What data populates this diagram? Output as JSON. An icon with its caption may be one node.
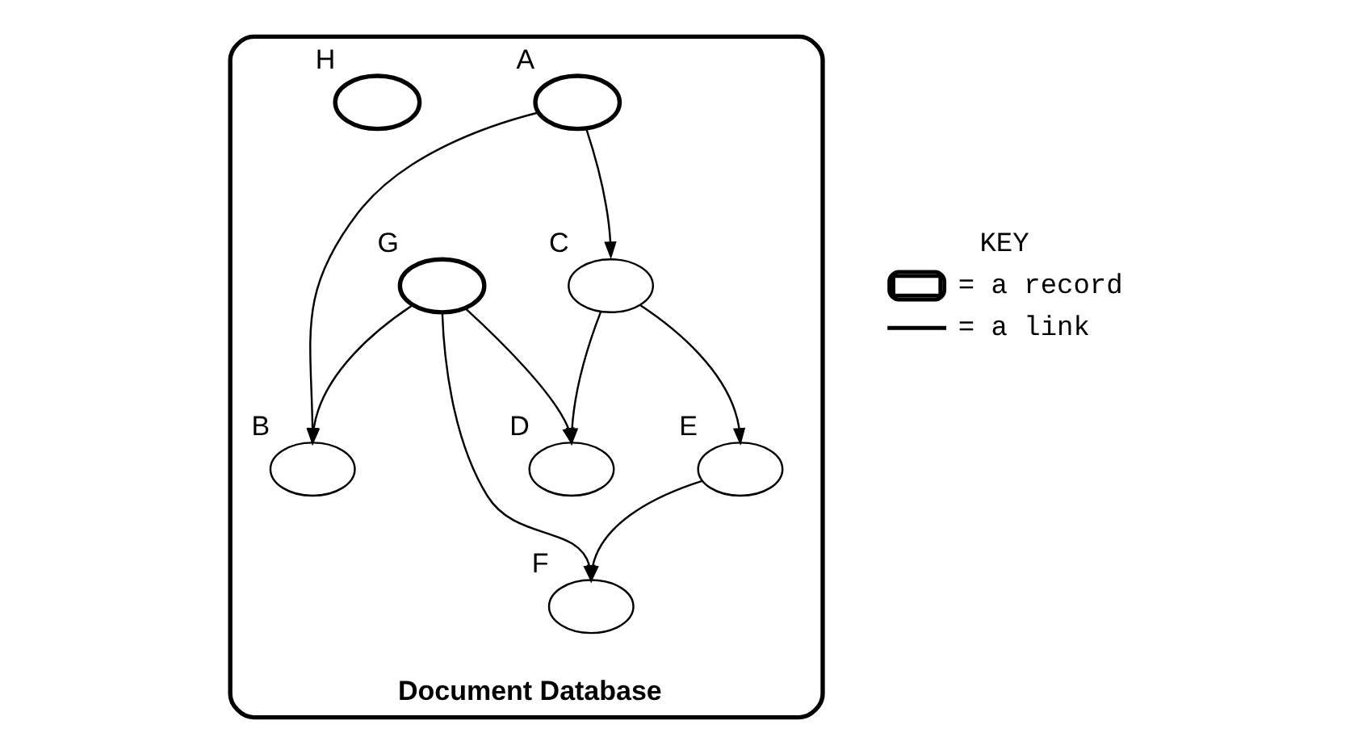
{
  "diagram": {
    "caption": "Document Database",
    "nodes": [
      {
        "text": [],
        "shape": "cloud"
      },
      {
        "text": [],
        "shape": "ellipse",
        "in": 0,
        "beside": [
          "A"
        ]
      },
      {
        "text": [],
        "shape": "ellipse",
        "in": 0,
        "beside": [
          "H"
        ]
      },
      {
        "text": [],
        "shape": "ellipse",
        "in": 0,
        "beside": [
          "B"
        ]
      },
      {
        "text": [],
        "shape": "ellipse",
        "in": 0,
        "beside": [
          "C"
        ]
      },
      {
        "text": [],
        "shape": "ellipse",
        "in": 0,
        "beside": [
          "D"
        ]
      },
      {
        "text": [],
        "shape": "ellipse",
        "in": 0,
        "beside": [
          "E"
        ]
      },
      {
        "text": [],
        "shape": "ellipse",
        "in": 0,
        "beside": [
          "G"
        ]
      },
      {
        "text": [],
        "shape": "ellipse",
        "in": 0,
        "beside": [
          "F"
        ]
      }
    ],
    "edges": [
      {
        "from": 1,
        "to": 3,
        "arrow": "to"
      },
      {
        "from": 1,
        "to": 4,
        "arrow": "to"
      },
      {
        "from": 4,
        "to": 5,
        "arrow": "to"
      },
      {
        "from": 4,
        "to": 6,
        "arrow": "to"
      },
      {
        "from": 6,
        "to": 8,
        "arrow": "to"
      },
      {
        "from": 7,
        "to": 3,
        "arrow": "to"
      },
      {
        "from": 7,
        "to": 5,
        "arrow": "to"
      },
      {
        "from": 7,
        "to": 8,
        "arrow": "to"
      }
    ],
    "labels": [
      "KEY"
    ],
    "legend": [
      {
        "text": "= a record"
      },
      {
        "text": "= a link"
      }
    ]
  }
}
